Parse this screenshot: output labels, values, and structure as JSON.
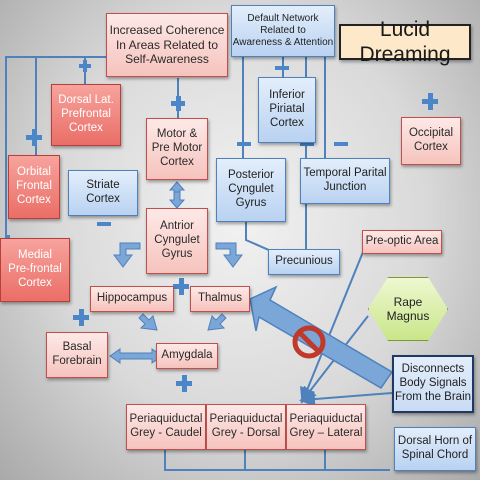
{
  "title": "Lucid Dreaming",
  "nodes": {
    "increased_coherence": "Increased Coherence\nIn Areas Related to\nSelf-Awareness",
    "default_network": "Default Network\nRelated to\nAwareness & Attention",
    "dorsal_lat_prefrontal": "Dorsal Lat.\nPrefrontal\nCortex",
    "motor_premotor": "Motor &\nPre Motor\nCortex",
    "inferior_parietal": "Inferior\nPiriatal\nCortex",
    "occipital": "Occipital\nCortex",
    "orbital_frontal": "Orbital\nFrontal\nCortex",
    "striate": "Striate\nCortex",
    "posterior_cingulate": "Posterior\nCyngulet\nGyrus",
    "temporal_parietal": "Temporal Parital\nJunction",
    "medial_prefrontal": "Medial\nPre-frontal\nCortex",
    "anterior_cingulate": "Antrior\nCyngulet\nGyrus",
    "precuneus": "Precunious",
    "preoptic": "Pre-optic Area",
    "hippocampus": "Hippocampus",
    "thalamus": "Thalmus",
    "raphe_magnus": "Rape\nMagnus",
    "basal_forebrain": "Basal\nForebrain",
    "amygdala": "Amygdala",
    "disconnects": "Disconnects\nBody Signals\nFrom the Brain",
    "pag_caudel": "Periaquiductal\nGrey - Caudel",
    "pag_dorsal": "Periaquiductal\nGrey - Dorsal",
    "pag_lateral": "Periaquiductal\nGrey – Lateral",
    "dorsal_horn": "Dorsal Horn of\nSpinal Chord"
  },
  "colors": {
    "plus_sign": "#4a86c8",
    "minus_sign": "#4a86c8",
    "connector": "#4f81bd",
    "block_symbol": "#c0392b",
    "title_bg": "#fde9c9"
  }
}
